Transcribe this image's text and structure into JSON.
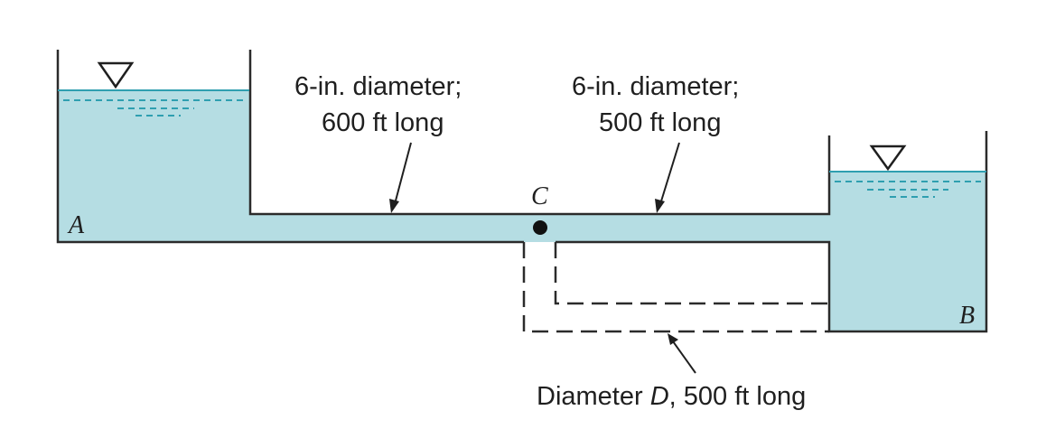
{
  "labels": {
    "reservoir_a": "A",
    "reservoir_b": "B",
    "junction": "C",
    "pipe_ac_line1": "6-in. diameter;",
    "pipe_ac_line2": "600 ft long",
    "pipe_cb_line1": "6-in. diameter;",
    "pipe_cb_line2": "500 ft long",
    "pipe_d_prefix": "Diameter ",
    "pipe_d_var": "D",
    "pipe_d_suffix": ", 500 ft long"
  },
  "colors": {
    "water": "#b5dde3",
    "water_surface": "#2f9fb0",
    "outline": "#2b2b2b"
  },
  "icons": {
    "free_surface_marker": "inverted-triangle"
  }
}
